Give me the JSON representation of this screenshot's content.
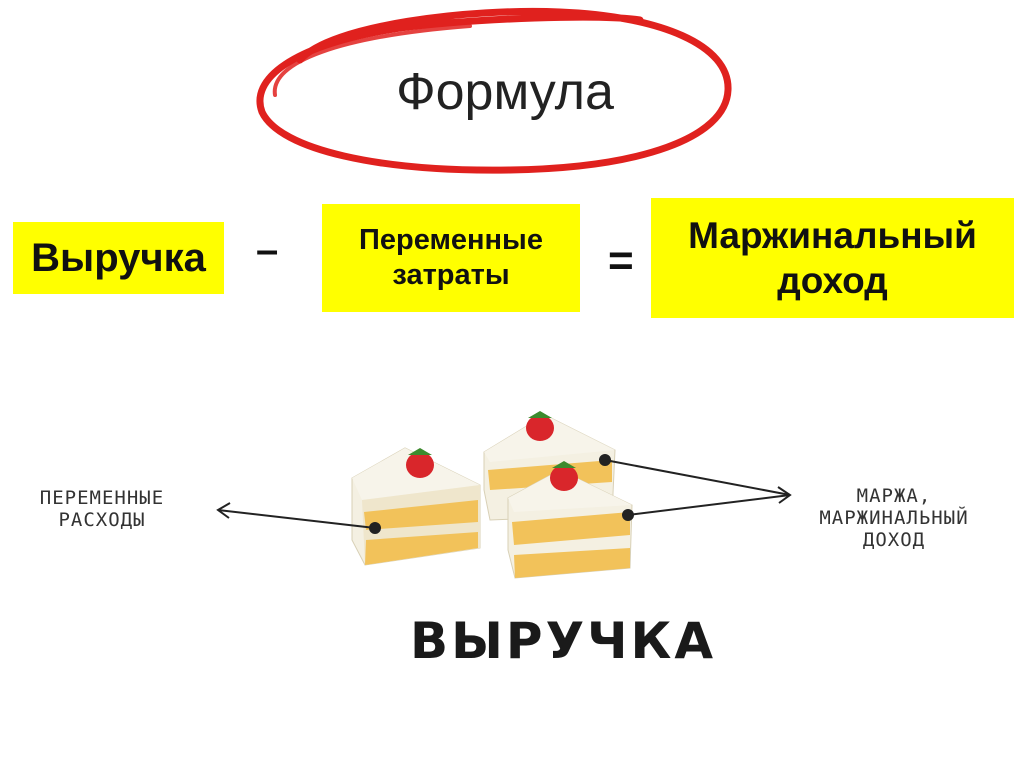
{
  "title": "Формула",
  "formula": {
    "revenue": "Выручка",
    "minus": "–",
    "variable_costs": "Переменные затраты",
    "equals": "=",
    "margin": "Маржинальный доход"
  },
  "illustration": {
    "left_label": "ПЕРЕМЕННЫЕ РАСХОДЫ",
    "right_label": "МАРЖА, МАРЖИНАЛЬНЫЙ ДОХОД",
    "bottom_label": "ВЫРУЧКА",
    "icons": [
      "red-ellipse-icon",
      "cake-slice-icon",
      "strawberry-icon",
      "arrow-icon"
    ]
  },
  "colors": {
    "highlight": "#ffff00",
    "ellipse": "#e0211e",
    "cake_sponge": "#f2c25a",
    "cake_cream": "#f4f0e2",
    "strawberry": "#d9262b"
  }
}
